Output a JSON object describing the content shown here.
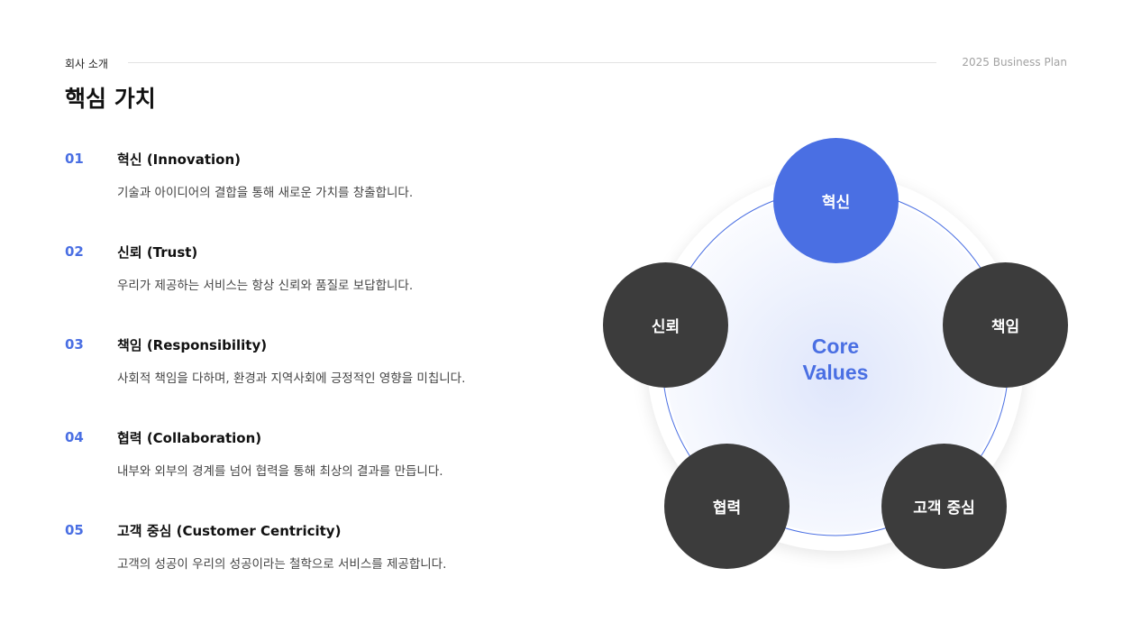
{
  "header": {
    "section": "회사 소개",
    "plan": "2025 Business Plan"
  },
  "page_title": "핵심 가치",
  "values": [
    {
      "num": "01",
      "title": "혁신 (Innovation)",
      "desc": "기술과 아이디어의 결합을 통해 새로운 가치를 창출합니다."
    },
    {
      "num": "02",
      "title": "신뢰 (Trust)",
      "desc": "우리가 제공하는 서비스는 항상 신뢰와 품질로 보답합니다."
    },
    {
      "num": "03",
      "title": "책임 (Responsibility)",
      "desc": "사회적 책임을 다하며, 환경과 지역사회에 긍정적인 영향을 미칩니다."
    },
    {
      "num": "04",
      "title": "협력 (Collaboration)",
      "desc": "내부와 외부의 경계를 넘어 협력을 통해 최상의 결과를 만듭니다."
    },
    {
      "num": "05",
      "title": "고객 중심 (Customer Centricity)",
      "desc": "고객의 성공이 우리의 성공이라는 철학으로 서비스를 제공합니다."
    }
  ],
  "diagram": {
    "center_line1": "Core",
    "center_line2": "Values",
    "nodes": {
      "top": "혁신",
      "right": "책임",
      "bottom_right": "고객 중심",
      "bottom_left": "협력",
      "left": "신뢰"
    }
  },
  "colors": {
    "accent": "#4a6fe3",
    "node_dark": "#3c3c3c",
    "divider": "#e2e2e2"
  }
}
